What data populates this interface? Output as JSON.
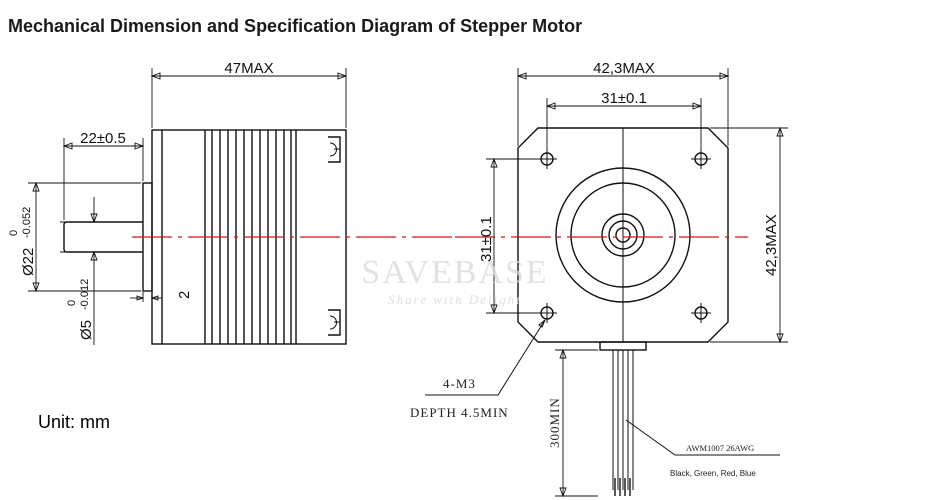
{
  "title": "Mechanical Dimension and Specification Diagram of Stepper Motor",
  "unit_label": "Unit: mm",
  "side_view": {
    "length_max": "47MAX",
    "shaft_length": "22±0.5",
    "boss_diameter": "Ø22",
    "boss_tol_upper": "0",
    "boss_tol_lower": "-0.052",
    "shaft_diameter": "Ø5",
    "shaft_tol_upper": "0",
    "shaft_tol_lower": "-0.012",
    "boss_height": "2"
  },
  "front_view": {
    "width_max": "42,3MAX",
    "hole_pitch": "31±0.1",
    "hole_pitch_vertical": "31±0.1",
    "height_max": "42,3MAX",
    "mount_holes": "4-M3",
    "mount_depth": "DEPTH 4.5MIN",
    "lead_length": "300MIN",
    "cable_spec": "AWM1007 26AWG",
    "wire_colors": "Black, Green, Red, Blue"
  },
  "watermark": {
    "text": "SAVEBASE",
    "tagline": "Share with Delight"
  },
  "colors": {
    "centerline": "#cc1a1a",
    "line": "#111111"
  }
}
